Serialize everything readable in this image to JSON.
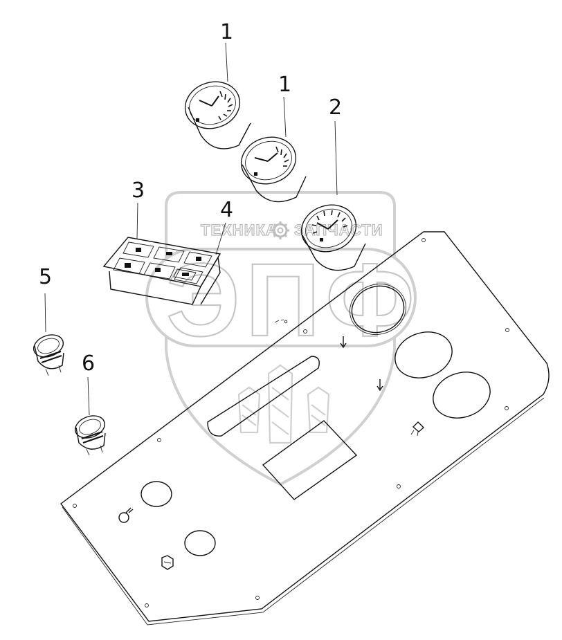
{
  "callouts": {
    "gauge_top": "1",
    "gauge_middle": "1",
    "gauge_lower": "2",
    "switch_panel_label_3": "3",
    "switch_panel_label_4": "4",
    "button_left": "5",
    "button_lower": "6"
  },
  "watermark": {
    "top_left_text": "ТЕХНИКА",
    "top_right_text": "ЗАПЧАСТИ",
    "main_text": "ЭПФ",
    "gear_icon": "gear-icon",
    "wheat_icon": "wheat-icon"
  },
  "colors": {
    "line": "#111111",
    "watermark": "#c6c6c6"
  }
}
